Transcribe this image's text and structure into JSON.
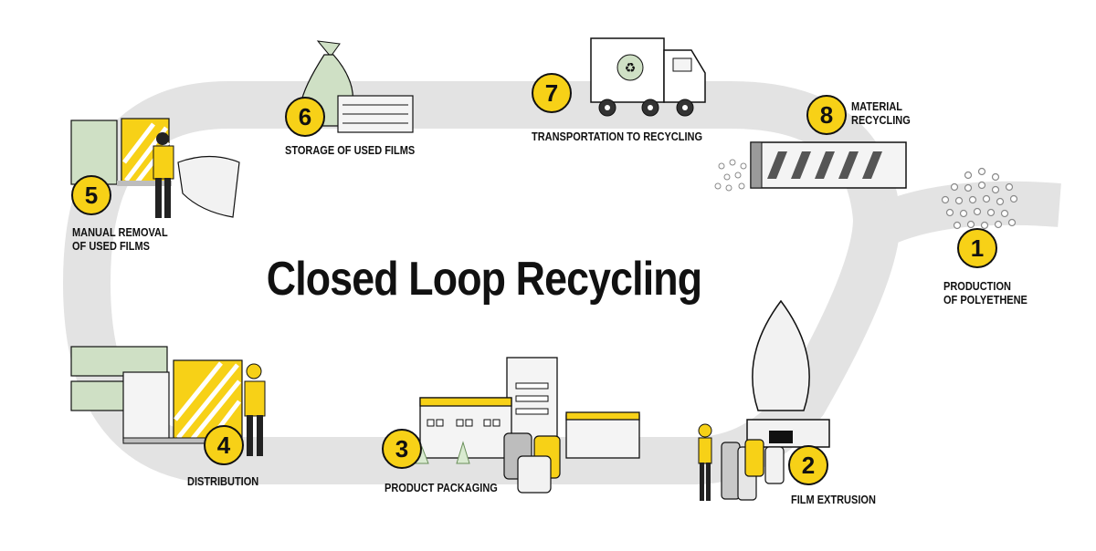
{
  "title": "Closed Loop Recycling",
  "colors": {
    "accent": "#f7d117",
    "loop": "#e3e3e3",
    "outline": "#111111",
    "sage": "#cfe0c5"
  },
  "steps": [
    {
      "number": "1",
      "line1": "PRODUCTION",
      "line2": "OF POLYETHENE",
      "icon": "pellets-icon"
    },
    {
      "number": "2",
      "line1": "FILM EXTRUSION",
      "line2": "",
      "icon": "extrusion-machine-icon"
    },
    {
      "number": "3",
      "line1": "PRODUCT PACKAGING",
      "line2": "",
      "icon": "factory-icon"
    },
    {
      "number": "4",
      "line1": "DISTRIBUTION",
      "line2": "",
      "icon": "pallets-icon"
    },
    {
      "number": "5",
      "line1": "MANUAL REMOVAL",
      "line2": "OF USED FILMS",
      "icon": "worker-film-icon"
    },
    {
      "number": "6",
      "line1": "STORAGE OF USED FILMS",
      "line2": "",
      "icon": "bag-icon"
    },
    {
      "number": "7",
      "line1": "TRANSPORTATION TO RECYCLING",
      "line2": "",
      "icon": "truck-icon"
    },
    {
      "number": "8",
      "line1": "MATERIAL",
      "line2": "RECYCLING",
      "icon": "shredder-icon"
    }
  ]
}
